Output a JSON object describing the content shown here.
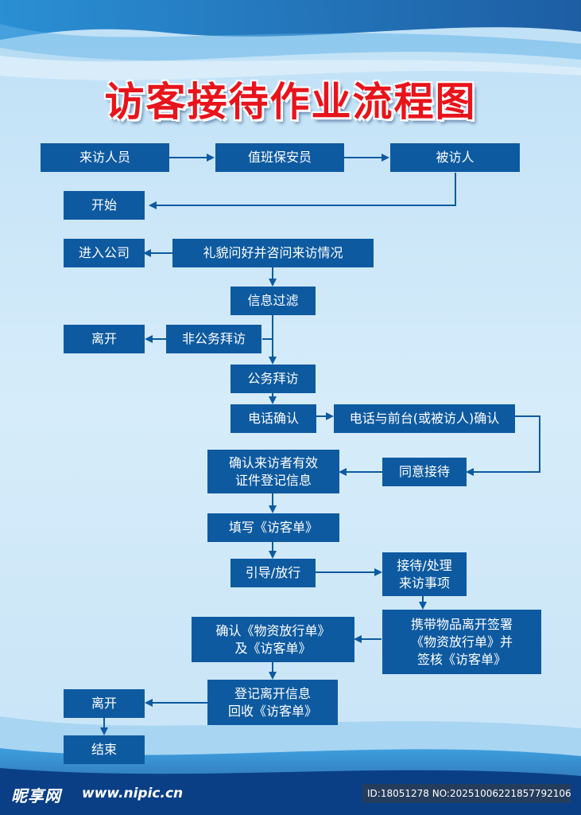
{
  "title": "访客接待作业流程图",
  "nodes": {
    "visitor": "来访人员",
    "guard": "值班保安员",
    "host": "被访人",
    "start": "开始",
    "enter": "进入公司",
    "greet": "礼貌问好并咨问来访情况",
    "filter": "信息过滤",
    "leave1": "离开",
    "nonbiz": "非公务拜访",
    "biz": "公务拜访",
    "phone": "电话确认",
    "phone_front": "电话与前台(或被访人)确认",
    "confirm_id": "确认来访者有效\n证件登记信息",
    "agree": "同意接待",
    "fill_form": "填写《访客单》",
    "guide": "引导/放行",
    "handle": "接待/处理\n来访事项",
    "carry": "携带物品离开签署\n《物资放行单》并\n签核《访客单》",
    "confirm_pass": "确认《物资放行单》\n及《访客单》",
    "register_leave": "登记离开信息\n回收《访客单》",
    "leave2": "离开",
    "end": "结束"
  },
  "watermark": {
    "logo": "昵享网",
    "url": "www.nipic.cn",
    "id": "ID:18051278 NO:20251006221857792106"
  },
  "colors": {
    "node": "#0e5aa0",
    "title": "#e8141b",
    "arrow": "#0e5aa0"
  }
}
